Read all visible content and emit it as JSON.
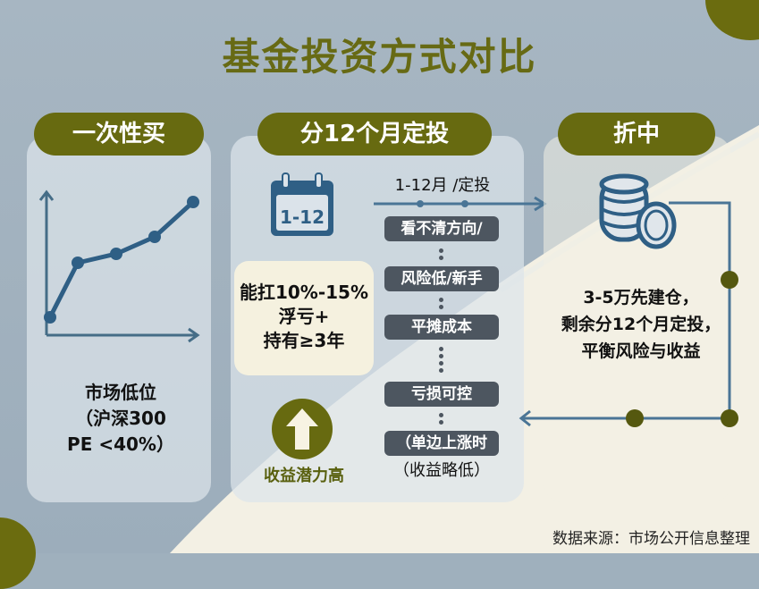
{
  "title": "基金投资方式对比",
  "columns": [
    {
      "header": "一次性买",
      "icon": "line-chart-icon",
      "condition_lines": [
        "市场低位",
        "（沪深300",
        "PE <40%）"
      ]
    },
    {
      "header": "分12个月定投",
      "icon": "calendar-icon",
      "calendar_label": "1-12",
      "timeline_label": "1-12月 /定投",
      "tolerance_lines": [
        "能扛10%-15%",
        "浮亏+",
        "持有≥3年"
      ],
      "steps": [
        "看不清方向/",
        "风险低/新手",
        "平摊成本",
        "亏损可控",
        "（单边上涨时"
      ],
      "steps_note": "（收益略低）",
      "potential_label": "收益潜力高",
      "potential_icon": "arrow-up-icon"
    },
    {
      "header": "折中",
      "icon": "coins-icon",
      "description_lines": [
        "3-5万先建仓，",
        "剩余分12个月定投，",
        "平衡风险与收益"
      ]
    }
  ],
  "footer": "数据来源：市场公开信息整理",
  "colors": {
    "olive": "#676a10",
    "blue": "#2f5f85",
    "dark_pill": "#4d5660",
    "cream": "#f5f1df"
  }
}
